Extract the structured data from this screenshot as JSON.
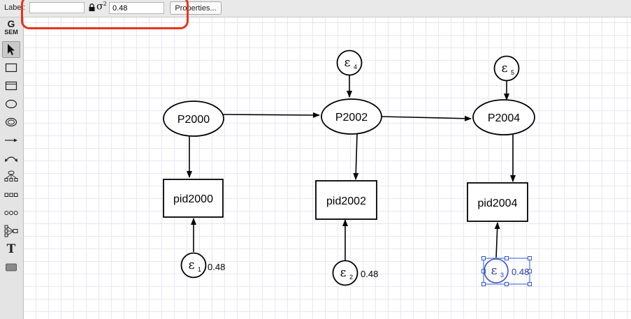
{
  "topbar": {
    "label_text": "Label:",
    "label_value": "",
    "variance_symbol": "σ",
    "variance_exp": "2",
    "variance_value": "0.48",
    "properties_button": "Properties..."
  },
  "toolbar": {
    "gsem_g": "G",
    "gsem_sem": "SEM",
    "tools": [
      "select-arrow",
      "observed-variable",
      "generalized-observed",
      "latent-variable",
      "multilevel-latent",
      "path",
      "covariance",
      "measurement-component",
      "observed-set",
      "latent-set",
      "regression-component",
      "text",
      "area"
    ],
    "text_tool_glyph": "T"
  },
  "diagram": {
    "latent": [
      {
        "id": "P2000",
        "label": "P2000"
      },
      {
        "id": "P2002",
        "label": "P2002"
      },
      {
        "id": "P2004",
        "label": "P2004"
      }
    ],
    "observed": [
      {
        "id": "pid2000",
        "label": "pid2000"
      },
      {
        "id": "pid2002",
        "label": "pid2002"
      },
      {
        "id": "pid2004",
        "label": "pid2004"
      }
    ],
    "errors": [
      {
        "symbol": "ε",
        "sub": "1",
        "value": "0.48"
      },
      {
        "symbol": "ε",
        "sub": "2",
        "value": "0.48"
      },
      {
        "symbol": "ε",
        "sub": "3",
        "value": "0.48",
        "selected": true
      },
      {
        "symbol": "ε",
        "sub": "4"
      },
      {
        "symbol": "ε",
        "sub": "5"
      }
    ],
    "selection_color": "#3355cc",
    "highlight_color": "#e8321e"
  }
}
